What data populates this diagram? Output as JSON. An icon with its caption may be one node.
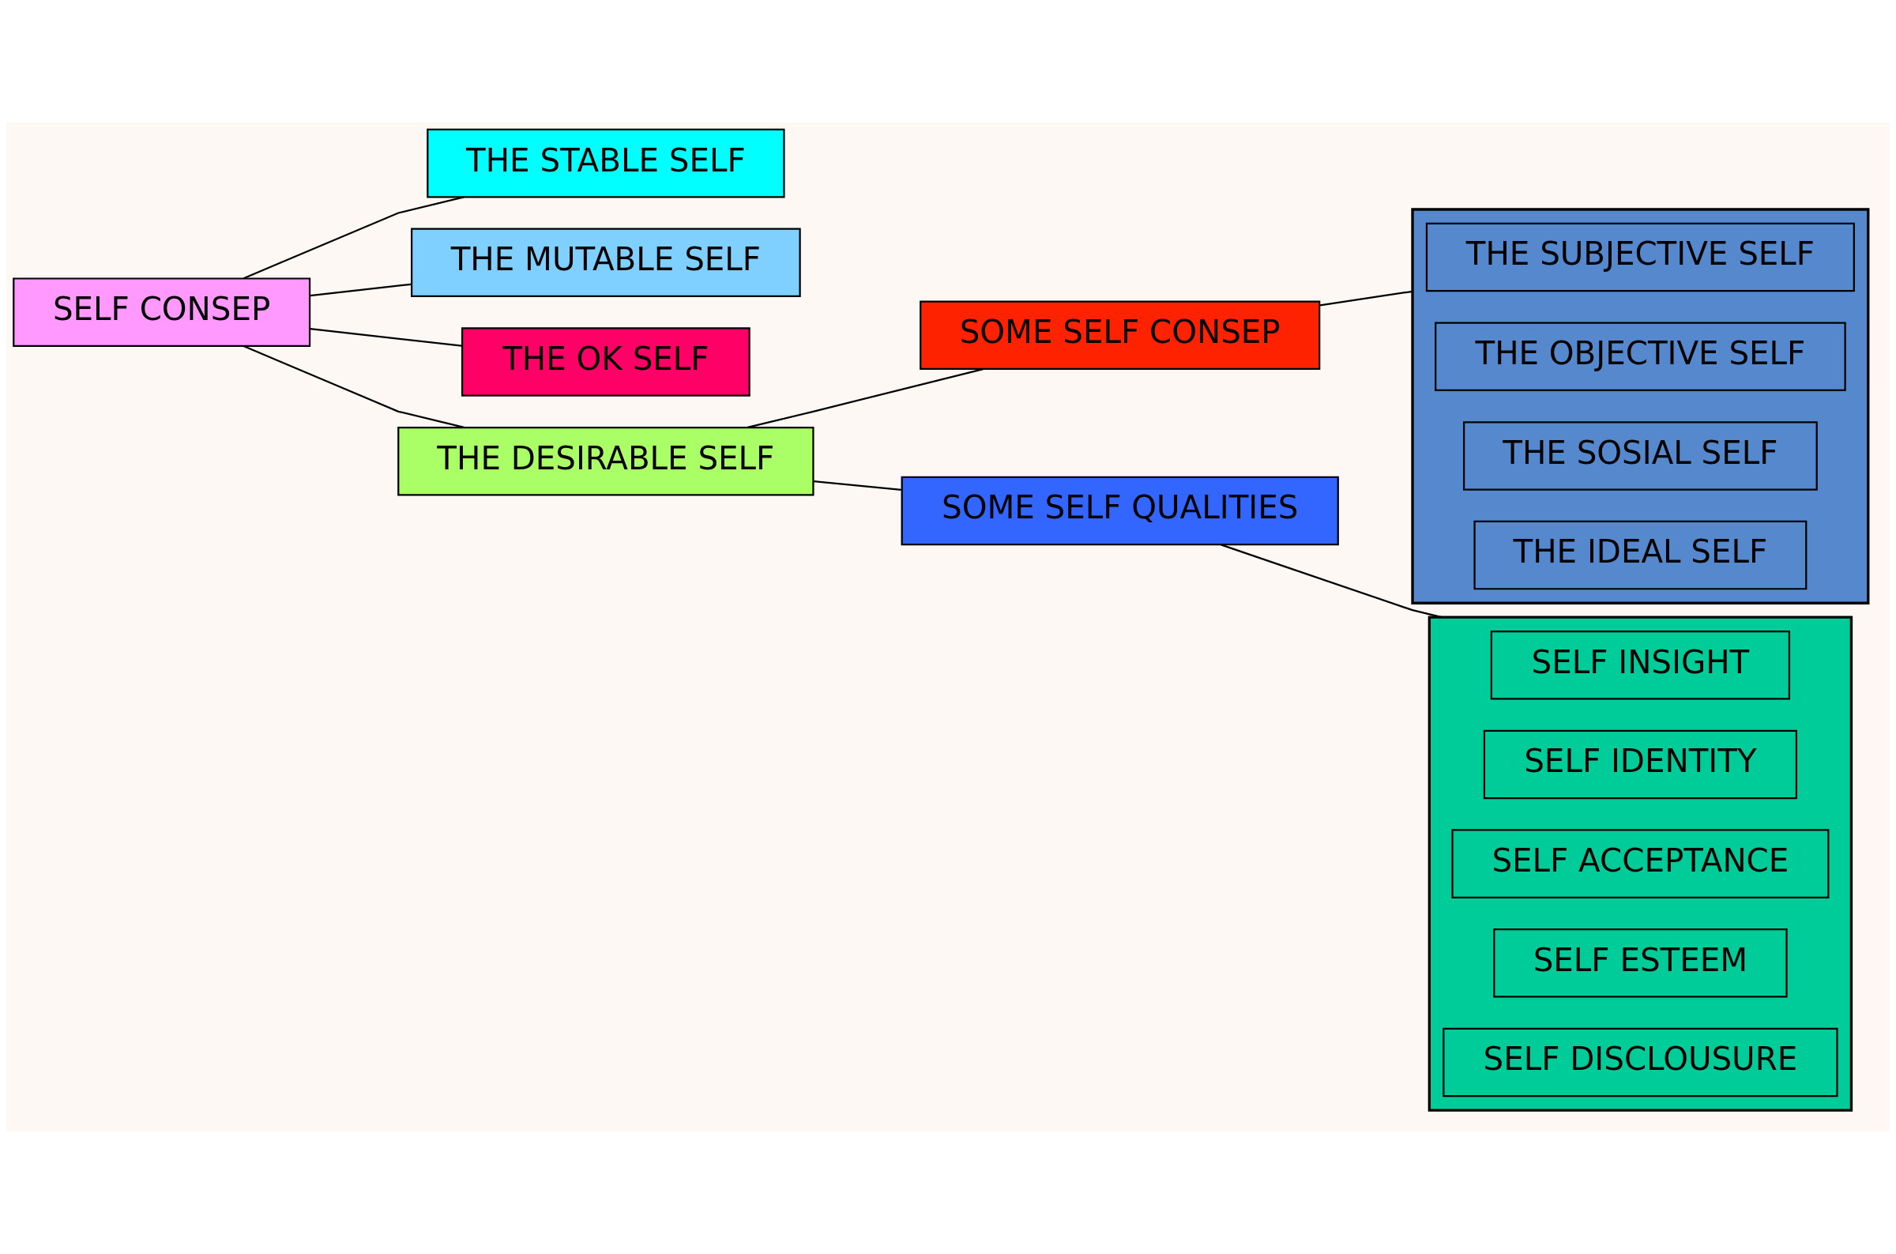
{
  "diagram": {
    "nodes": [
      {
        "text": [
          "SELF CONSEP"
        ]
      },
      {
        "text": [
          "THE STABLE SELF"
        ]
      },
      {
        "text": [
          "THE MUTABLE SELF"
        ]
      },
      {
        "text": [
          "THE OK SELF"
        ]
      },
      {
        "text": [
          "THE DESIRABLE SELF"
        ]
      },
      {
        "text": [
          "SOME SELF CONSEP"
        ]
      },
      {
        "text": [
          "SOME SELF QUALITIES"
        ]
      },
      {
        "text": [],
        "shape": "box"
      },
      {
        "text": [
          "THE SUBJECTIVE SELF"
        ],
        "in": 7
      },
      {
        "text": [
          "THE OBJECTIVE SELF"
        ],
        "in": 7
      },
      {
        "text": [
          "THE SOSIAL SELF"
        ],
        "in": 7
      },
      {
        "text": [
          "THE IDEAL SELF"
        ],
        "in": 7
      },
      {
        "text": [],
        "shape": "box"
      },
      {
        "text": [
          "SELF INSIGHT"
        ],
        "in": 12
      },
      {
        "text": [
          "SELF IDENTITY"
        ],
        "in": 12
      },
      {
        "text": [
          "SELF ACCEPTANCE"
        ],
        "in": 12
      },
      {
        "text": [
          "SELF ESTEEM"
        ],
        "in": 12
      },
      {
        "text": [
          "SELF DISCLOUSURE"
        ],
        "in": 12
      }
    ],
    "edges": [
      {
        "from": 0,
        "to": 1,
        "arrow": "none"
      },
      {
        "from": 0,
        "to": 2,
        "arrow": "none"
      },
      {
        "from": 0,
        "to": 3,
        "arrow": "none"
      },
      {
        "from": 0,
        "to": 4,
        "arrow": "none"
      },
      {
        "from": 4,
        "to": 5,
        "arrow": "none"
      },
      {
        "from": 4,
        "to": 6,
        "arrow": "none"
      },
      {
        "from": 5,
        "to": 7,
        "arrow": "none"
      },
      {
        "from": 6,
        "to": 12,
        "arrow": "none"
      }
    ]
  }
}
